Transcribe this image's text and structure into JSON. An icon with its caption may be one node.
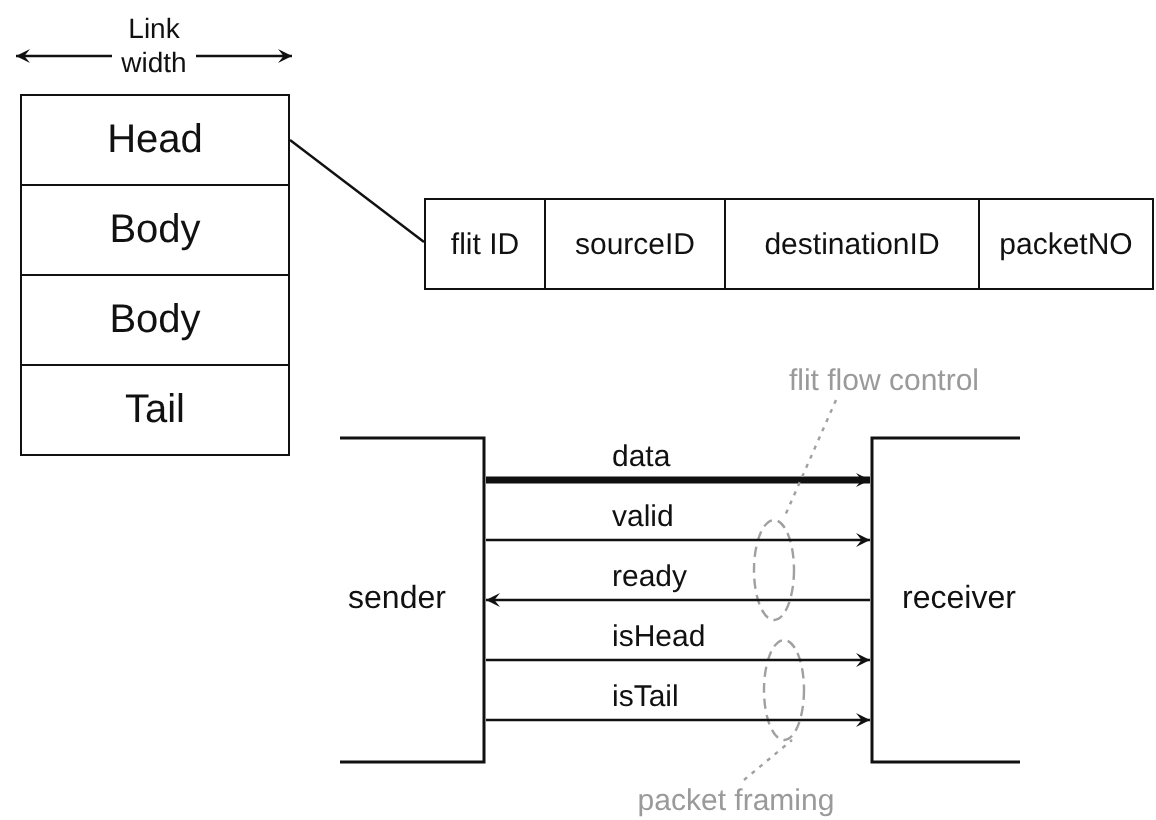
{
  "diagram": {
    "nodes": [
      {
        "text": [
          "Head"
        ]
      },
      {
        "text": [
          "Body"
        ]
      },
      {
        "text": [
          "Body"
        ]
      },
      {
        "text": [
          "Tail"
        ]
      },
      {
        "text": [],
        "shape": "box"
      },
      {
        "text": [
          "flit ID"
        ],
        "in": 4
      },
      {
        "text": [
          "sourceID"
        ],
        "in": 4
      },
      {
        "text": [
          "destinationID"
        ],
        "in": 4
      },
      {
        "text": [
          "packetNO"
        ],
        "in": 4
      },
      {
        "text": [
          "sender"
        ]
      },
      {
        "text": [
          "receiver"
        ]
      },
      {
        "text": [
          "flit flow control"
        ]
      },
      {
        "text": [
          "packet framing"
        ]
      }
    ],
    "edges": [
      {
        "from": 0,
        "to": 4,
        "arrow": "none"
      },
      {
        "from": 9,
        "to": 10,
        "arrow": "to",
        "label": "data",
        "style": "thick"
      },
      {
        "from": 9,
        "to": 10,
        "arrow": "to",
        "label": "valid"
      },
      {
        "from": 10,
        "to": 9,
        "arrow": "to",
        "label": "ready"
      },
      {
        "from": 9,
        "to": 10,
        "arrow": "to",
        "label": "isHead"
      },
      {
        "from": 9,
        "to": 10,
        "arrow": "to",
        "label": "isTail"
      },
      {
        "from": 11,
        "to": null,
        "arrow": "none",
        "style": "dashed",
        "color": "#a0a0a0"
      },
      {
        "from": 12,
        "to": null,
        "arrow": "none",
        "style": "dashed",
        "color": "#a0a0a0"
      }
    ],
    "labels": [
      "Link width"
    ]
  }
}
